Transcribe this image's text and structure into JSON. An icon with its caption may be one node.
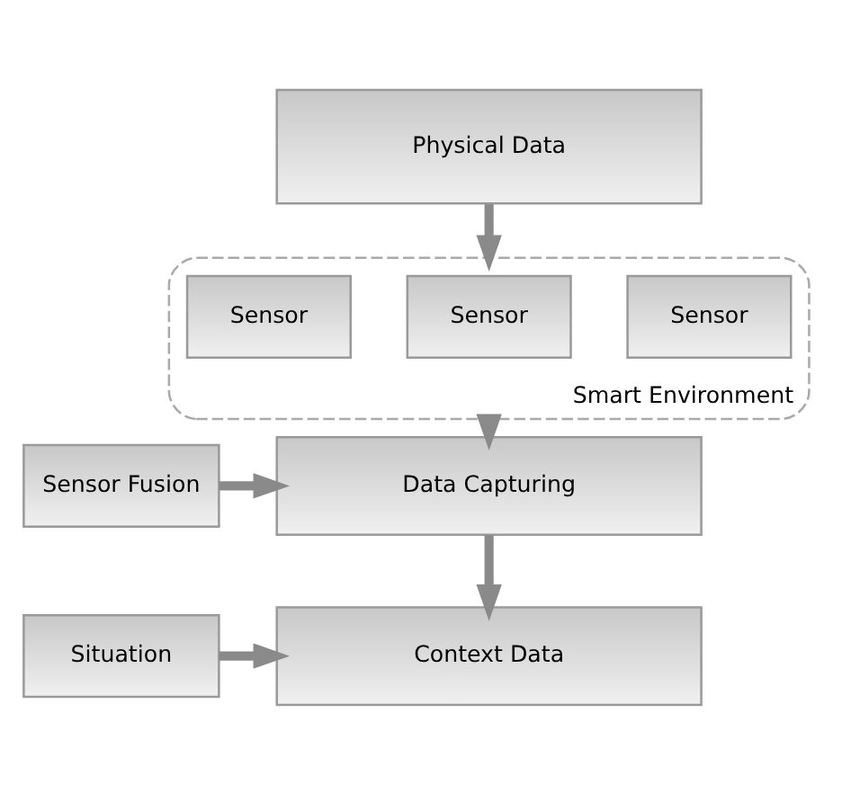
{
  "diagram": {
    "nodes": [
      {
        "text": [
          "Physical Data"
        ]
      },
      {
        "text": [
          "Smart Environment"
        ]
      },
      {
        "text": [
          "Sensor"
        ],
        "in": 1
      },
      {
        "text": [
          "Sensor"
        ],
        "in": 1
      },
      {
        "text": [
          "Sensor"
        ],
        "in": 1
      },
      {
        "text": [
          "Data Capturing"
        ]
      },
      {
        "text": [
          "Sensor Fusion"
        ]
      },
      {
        "text": [
          "Context Data"
        ]
      },
      {
        "text": [
          "Situation"
        ]
      }
    ],
    "edges": [
      {
        "from": 0,
        "to": 1,
        "arrow": "to"
      },
      {
        "from": 1,
        "to": 5,
        "arrow": "to"
      },
      {
        "from": 6,
        "to": 5,
        "arrow": "to"
      },
      {
        "from": 5,
        "to": 7,
        "arrow": "to"
      },
      {
        "from": 8,
        "to": 7,
        "arrow": "to"
      }
    ]
  }
}
